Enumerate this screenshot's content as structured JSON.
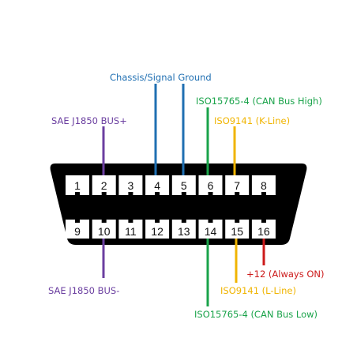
{
  "colors": {
    "purple": "#6b3fa0",
    "blue": "#1f6fb2",
    "green": "#1aa34a",
    "yellow": "#f0b400",
    "red": "#cc1a1a",
    "connector": "#000000",
    "pin_slot": "#ffffff"
  },
  "pins_top": [
    "1",
    "2",
    "3",
    "4",
    "5",
    "6",
    "7",
    "8"
  ],
  "pins_bottom": [
    "9",
    "10",
    "11",
    "12",
    "13",
    "14",
    "15",
    "16"
  ],
  "labels": {
    "pin2": "SAE J1850 BUS+",
    "pin4_5": "Chassis/Signal Ground",
    "pin6": "ISO15765-4 (CAN Bus High)",
    "pin7": "ISO9141 (K-Line)",
    "pin10": "SAE J1850 BUS-",
    "pin14": "ISO15765-4 (CAN Bus Low)",
    "pin15": "ISO9141 (L-Line)",
    "pin16": "+12 (Always ON)"
  }
}
